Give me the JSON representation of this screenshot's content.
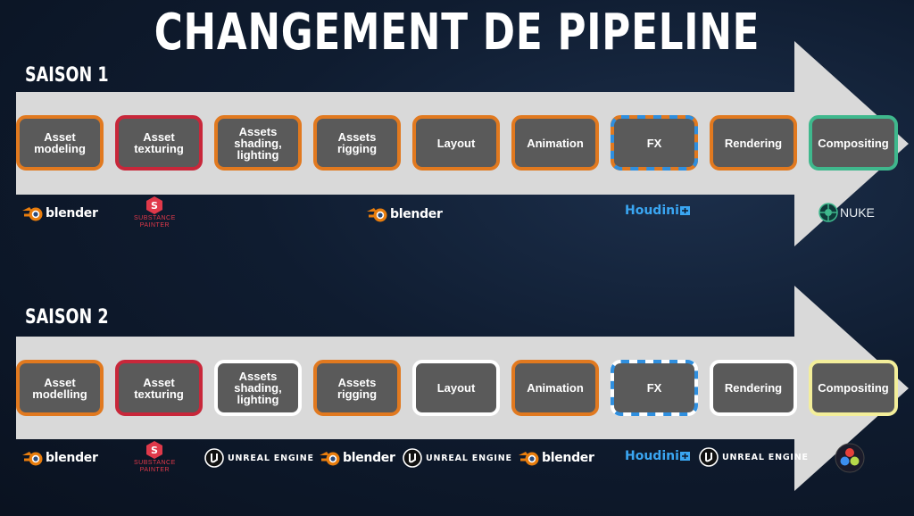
{
  "title": "CHANGEMENT DE PIPELINE",
  "colors": {
    "arrow": "#d9d9d9",
    "box_fill": "#5a5a5a",
    "orange": "#e1791f",
    "red": "#c8273a",
    "teal": "#3fb88d",
    "white": "#ffffff",
    "yellow": "#f3ee9a",
    "blue_dash": "#2f8fdf"
  },
  "seasons": [
    {
      "label": "SAISON 1",
      "steps": [
        {
          "label": "Asset\nmodeling",
          "border": "orange"
        },
        {
          "label": "Asset\ntexturing",
          "border": "red"
        },
        {
          "label": "Assets\nshading,\nlighting",
          "border": "orange"
        },
        {
          "label": "Assets\nrigging",
          "border": "orange"
        },
        {
          "label": "Layout",
          "border": "orange"
        },
        {
          "label": "Animation",
          "border": "orange"
        },
        {
          "label": "FX",
          "border": "orange-blue-dashed"
        },
        {
          "label": "Rendering",
          "border": "orange"
        },
        {
          "label": "Compositing",
          "border": "teal"
        }
      ],
      "logos": [
        {
          "icon": "blender-icon",
          "text": "blender"
        },
        {
          "icon": "substance-painter-icon",
          "text": "SUBSTANCE\nPAINTER"
        },
        {
          "icon": "blender-icon",
          "text": "blender"
        },
        {
          "icon": "houdini-icon",
          "text": "Houdini"
        },
        {
          "icon": "nuke-icon",
          "text": "NUKE"
        }
      ]
    },
    {
      "label": "SAISON 2",
      "steps": [
        {
          "label": "Asset\nmodelling",
          "border": "orange"
        },
        {
          "label": "Asset\ntexturing",
          "border": "red"
        },
        {
          "label": "Assets\nshading,\nlighting",
          "border": "white"
        },
        {
          "label": "Assets\nrigging",
          "border": "orange"
        },
        {
          "label": "Layout",
          "border": "white"
        },
        {
          "label": "Animation",
          "border": "orange"
        },
        {
          "label": "FX",
          "border": "white-blue-dashed"
        },
        {
          "label": "Rendering",
          "border": "white"
        },
        {
          "label": "Compositing",
          "border": "yellow"
        }
      ],
      "logos": [
        {
          "icon": "blender-icon",
          "text": "blender"
        },
        {
          "icon": "substance-painter-icon",
          "text": "SUBSTANCE\nPAINTER"
        },
        {
          "icon": "unreal-engine-icon",
          "text": "UNREAL ENGINE"
        },
        {
          "icon": "blender-icon",
          "text": "blender"
        },
        {
          "icon": "unreal-engine-icon",
          "text": "UNREAL ENGINE"
        },
        {
          "icon": "blender-icon",
          "text": "blender"
        },
        {
          "icon": "houdini-icon",
          "text": "Houdini"
        },
        {
          "icon": "unreal-engine-icon",
          "text": "UNREAL ENGINE"
        },
        {
          "icon": "davinci-resolve-icon",
          "text": ""
        }
      ]
    }
  ]
}
